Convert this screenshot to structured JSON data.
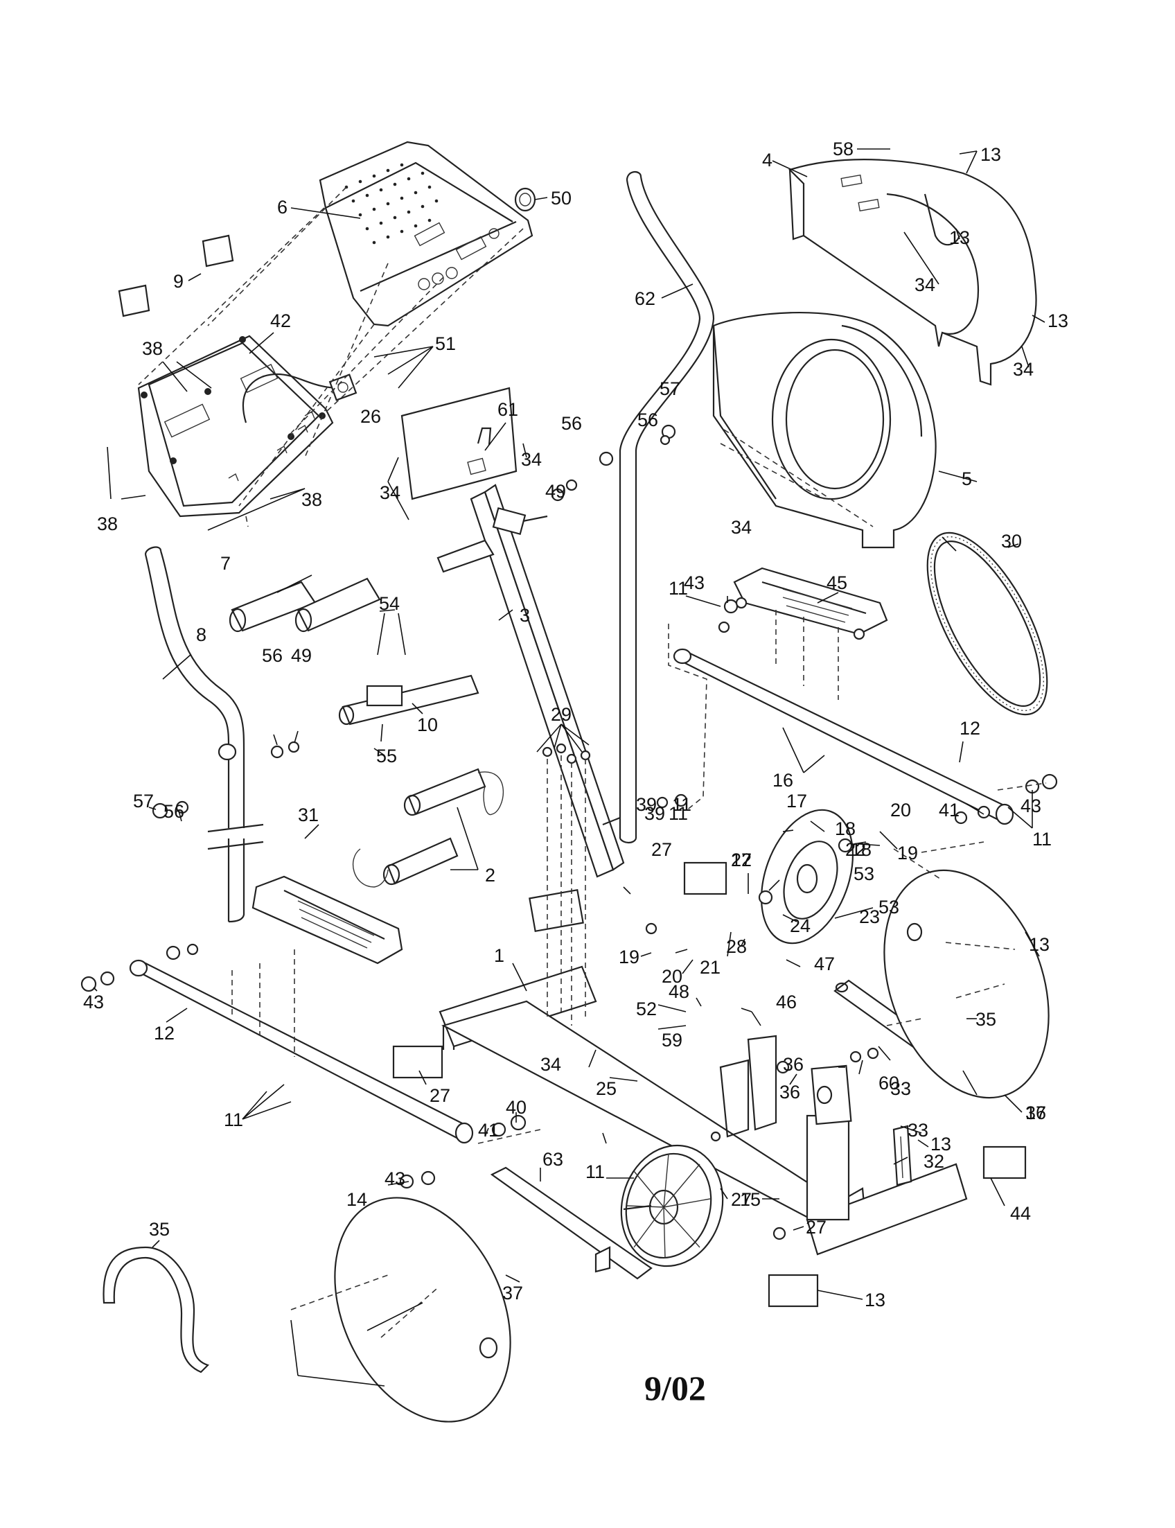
{
  "page_number": "9/02",
  "callouts": [
    {
      "id": "c-58",
      "text": "58"
    },
    {
      "id": "c-13a",
      "text": "13"
    },
    {
      "id": "c-4",
      "text": "4"
    },
    {
      "id": "c-6",
      "text": "6"
    },
    {
      "id": "c-50",
      "text": "50"
    },
    {
      "id": "c-9",
      "text": "9"
    },
    {
      "id": "c-62",
      "text": "62"
    },
    {
      "id": "c-13b",
      "text": "13"
    },
    {
      "id": "c-34a",
      "text": "34"
    },
    {
      "id": "c-13c",
      "text": "13"
    },
    {
      "id": "c-34b",
      "text": "34"
    },
    {
      "id": "c-38a",
      "text": "38"
    },
    {
      "id": "c-42",
      "text": "42"
    },
    {
      "id": "c-51",
      "text": "51"
    },
    {
      "id": "c-57a",
      "text": "57"
    },
    {
      "id": "c-5",
      "text": "5"
    },
    {
      "id": "c-26",
      "text": "26"
    },
    {
      "id": "c-61",
      "text": "61"
    },
    {
      "id": "c-34c",
      "text": "34"
    },
    {
      "id": "c-56a",
      "text": "56"
    },
    {
      "id": "c-56b",
      "text": "56"
    },
    {
      "id": "c-38b",
      "text": "38"
    },
    {
      "id": "c-38c",
      "text": "38"
    },
    {
      "id": "c-34d",
      "text": "34"
    },
    {
      "id": "c-49a",
      "text": "49"
    },
    {
      "id": "c-34e",
      "text": "34"
    },
    {
      "id": "c-30",
      "text": "30"
    },
    {
      "id": "c-7",
      "text": "7"
    },
    {
      "id": "c-43a",
      "text": "43"
    },
    {
      "id": "c-45",
      "text": "45"
    },
    {
      "id": "c-11a",
      "text": "11"
    },
    {
      "id": "c-3",
      "text": "3"
    },
    {
      "id": "c-54",
      "text": "54"
    },
    {
      "id": "c-8",
      "text": "8"
    },
    {
      "id": "c-56c",
      "text": "56"
    },
    {
      "id": "c-49b",
      "text": "49"
    },
    {
      "id": "c-10",
      "text": "10"
    },
    {
      "id": "c-16a",
      "text": "16"
    },
    {
      "id": "c-12a",
      "text": "12"
    },
    {
      "id": "c-29",
      "text": "29"
    },
    {
      "id": "c-57b",
      "text": "57"
    },
    {
      "id": "c-56d",
      "text": "56"
    },
    {
      "id": "c-55",
      "text": "55"
    },
    {
      "id": "c-43b",
      "text": "43"
    },
    {
      "id": "c-39a",
      "text": "39"
    },
    {
      "id": "c-11b",
      "text": "11"
    },
    {
      "id": "c-17a",
      "text": "17"
    },
    {
      "id": "c-18a",
      "text": "18"
    },
    {
      "id": "c-20a",
      "text": "20"
    },
    {
      "id": "c-41a",
      "text": "41"
    },
    {
      "id": "c-11c",
      "text": "11"
    },
    {
      "id": "c-31",
      "text": "31"
    },
    {
      "id": "c-2",
      "text": "2"
    },
    {
      "id": "c-27a",
      "text": "27"
    },
    {
      "id": "c-19a",
      "text": "19"
    },
    {
      "id": "c-22a",
      "text": "22"
    },
    {
      "id": "c-53a",
      "text": "53"
    },
    {
      "id": "c-22b",
      "text": "22"
    },
    {
      "id": "c-17b",
      "text": "17"
    },
    {
      "id": "c-18b",
      "text": "18"
    },
    {
      "id": "c-23",
      "text": "23"
    },
    {
      "id": "c-53b",
      "text": "53"
    },
    {
      "id": "c-24",
      "text": "24"
    },
    {
      "id": "c-39b",
      "text": "39"
    },
    {
      "id": "c-11d",
      "text": "11"
    },
    {
      "id": "c-19b",
      "text": "19"
    },
    {
      "id": "c-20b",
      "text": "20"
    },
    {
      "id": "c-21",
      "text": "21"
    },
    {
      "id": "c-1",
      "text": "1"
    },
    {
      "id": "c-28",
      "text": "28"
    },
    {
      "id": "c-47",
      "text": "47"
    },
    {
      "id": "c-13d",
      "text": "13"
    },
    {
      "id": "c-43c",
      "text": "43"
    },
    {
      "id": "c-12b",
      "text": "12"
    },
    {
      "id": "c-48",
      "text": "48"
    },
    {
      "id": "c-46",
      "text": "46"
    },
    {
      "id": "c-52",
      "text": "52"
    },
    {
      "id": "c-35a",
      "text": "35"
    },
    {
      "id": "c-59",
      "text": "59"
    },
    {
      "id": "c-34f",
      "text": "34"
    },
    {
      "id": "c-36a",
      "text": "36"
    },
    {
      "id": "c-36b",
      "text": "36"
    },
    {
      "id": "c-60",
      "text": "60"
    },
    {
      "id": "c-27b",
      "text": "27"
    },
    {
      "id": "c-33a",
      "text": "33"
    },
    {
      "id": "c-37a",
      "text": "37"
    },
    {
      "id": "c-25",
      "text": "25"
    },
    {
      "id": "c-16b",
      "text": "16"
    },
    {
      "id": "c-11e",
      "text": "11"
    },
    {
      "id": "c-41b",
      "text": "41"
    },
    {
      "id": "c-40",
      "text": "40"
    },
    {
      "id": "c-33b",
      "text": "33"
    },
    {
      "id": "c-13e",
      "text": "13"
    },
    {
      "id": "c-32",
      "text": "32"
    },
    {
      "id": "c-63",
      "text": "63"
    },
    {
      "id": "c-11f",
      "text": "11"
    },
    {
      "id": "c-27c",
      "text": "27"
    },
    {
      "id": "c-43d",
      "text": "43"
    },
    {
      "id": "c-44",
      "text": "44"
    },
    {
      "id": "c-14",
      "text": "14"
    },
    {
      "id": "c-15",
      "text": "15"
    },
    {
      "id": "c-35b",
      "text": "35"
    },
    {
      "id": "c-27d",
      "text": "27"
    },
    {
      "id": "c-37b",
      "text": "37"
    },
    {
      "id": "c-13f",
      "text": "13"
    }
  ]
}
